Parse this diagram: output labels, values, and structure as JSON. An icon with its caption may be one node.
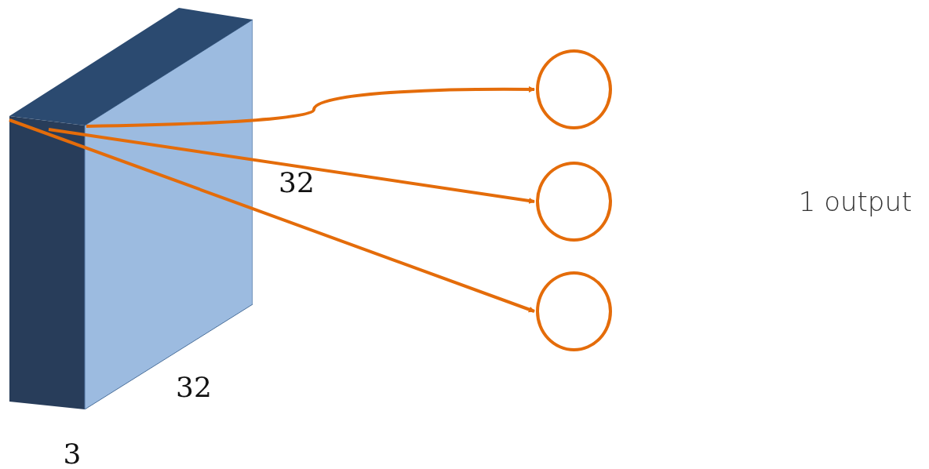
{
  "diagram": {
    "nodes": [
      {
        "text": [],
        "shape": "box"
      },
      {
        "text": [],
        "shape": "circle"
      },
      {
        "text": [],
        "shape": "circle"
      },
      {
        "text": [],
        "shape": "circle"
      }
    ],
    "edges": [
      {
        "from": 0,
        "to": 1,
        "arrow": "to"
      },
      {
        "from": 0,
        "to": 2,
        "arrow": "to"
      },
      {
        "from": 0,
        "to": 3,
        "arrow": "to"
      }
    ],
    "labels": [
      "32",
      "32",
      "3",
      "1 output"
    ]
  }
}
